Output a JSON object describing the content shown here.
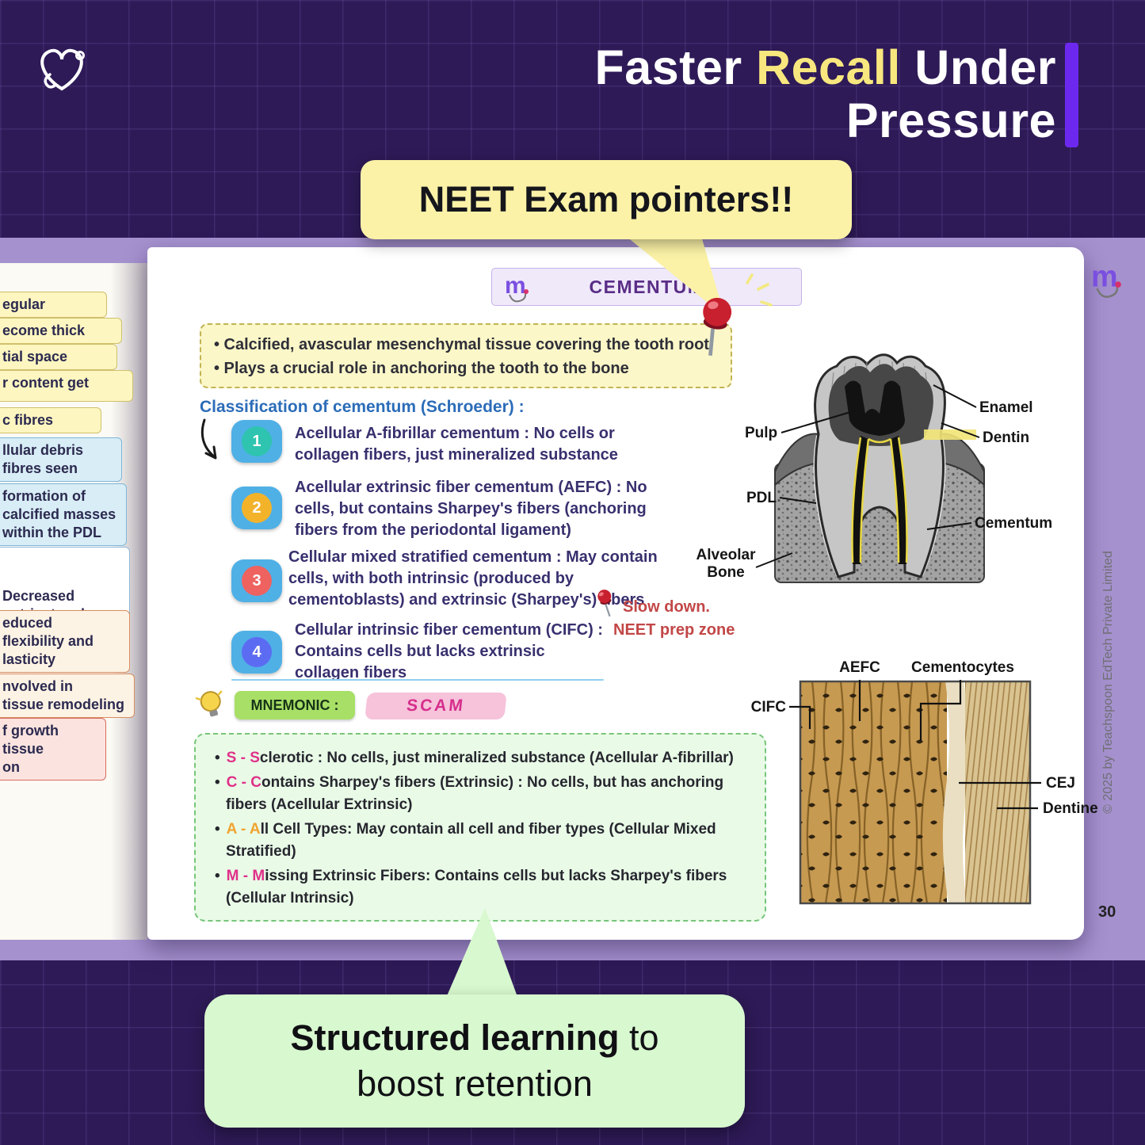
{
  "branding": {
    "m_logo_letter": "m"
  },
  "header": {
    "title_white1": "Faster ",
    "title_accent": "Recall",
    "title_white2": " Under",
    "title_line2": "Pressure"
  },
  "callout_top": {
    "text": "NEET Exam pointers!!"
  },
  "callout_bottom": {
    "bold": "Structured learning",
    "rest": " to",
    "line2": "boost retention"
  },
  "left_notes": [
    {
      "text": "egular"
    },
    {
      "text": "ecome thick"
    },
    {
      "text": "tial space"
    },
    {
      "text": "r content get"
    },
    {
      "text": "c fibres"
    },
    {
      "text": "llular debris\nfibres seen"
    },
    {
      "text": "formation of\ncalcified masses\nwithin the PDL"
    },
    {
      "text": "Decreased\nnutrient and\noxygen supply"
    },
    {
      "text": "educed\nflexibility and\nlasticity"
    },
    {
      "text": "nvolved in\ntissue remodeling"
    },
    {
      "text": "f growth\ntissue\non"
    }
  ],
  "page": {
    "title": "CEMENTUM",
    "intro_bullets": [
      "•  Calcified, avascular mesenchymal tissue covering the tooth root",
      "•  Plays a crucial role in anchoring the tooth to the bone"
    ],
    "classification_heading": "Classification of cementum (Schroeder) :",
    "classification_items": [
      {
        "num": "1",
        "text": "Acellular A-fibrillar cementum : No cells or collagen fibers, just mineralized substance"
      },
      {
        "num": "2",
        "text": "Acellular extrinsic fiber cementum (AEFC) : No cells, but contains Sharpey's fibers (anchoring fibers from the periodontal ligament)"
      },
      {
        "num": "3",
        "text": "Cellular mixed stratified cementum : May contain cells, with both intrinsic (produced by cementoblasts) and extrinsic (Sharpey's) fibers"
      },
      {
        "num": "4",
        "text": "Cellular intrinsic fiber cementum (CIFC) : Contains cells but lacks extrinsic collagen fibers"
      }
    ],
    "neet_note_line1": "Slow down.",
    "neet_note_line2": "NEET prep zone",
    "mnemonic_label": "MNEMONIC :",
    "mnemonic_word": "SCAM",
    "mnemonic_items": [
      {
        "lead": "S - S",
        "rest": "clerotic : No cells, just mineralized substance (Acellular A-fibrillar)"
      },
      {
        "lead": "C - C",
        "rest": "ontains Sharpey's fibers (Extrinsic) : No cells, but has anchoring fibers (Acellular Extrinsic)"
      },
      {
        "lead": "A - A",
        "rest": "ll Cell Types: May contain all cell and fiber types (Cellular Mixed Stratified)"
      },
      {
        "lead": "M - M",
        "rest": "issing Extrinsic Fibers: Contains cells but lacks Sharpey's fibers (Cellular Intrinsic)"
      }
    ],
    "tooth_diagram": {
      "labels": {
        "enamel": "Enamel",
        "dentin": "Dentin",
        "pulp": "Pulp",
        "pdl": "PDL",
        "cementum": "Cementum",
        "alveolar1": "Alveolar",
        "alveolar2": "Bone"
      }
    },
    "histology_diagram": {
      "labels": {
        "aefc": "AEFC",
        "cementocytes": "Cementocytes",
        "cifc": "CIFC",
        "cej": "CEJ",
        "dentine": "Dentine"
      }
    },
    "copyright": "©  2025 by Teachspoon EdTech Private Limited",
    "page_number": "30"
  },
  "colors": {
    "background": "#2e1a57",
    "accent_yellow": "#f7e77e",
    "accent_purple_bar": "#6d28f0",
    "band": "#a591ce",
    "bubble_yellow": "#fbf2a7",
    "bubble_green": "#d8f8cf",
    "mnemonic_pink": "#e0318a",
    "note_red": "#c24747"
  }
}
